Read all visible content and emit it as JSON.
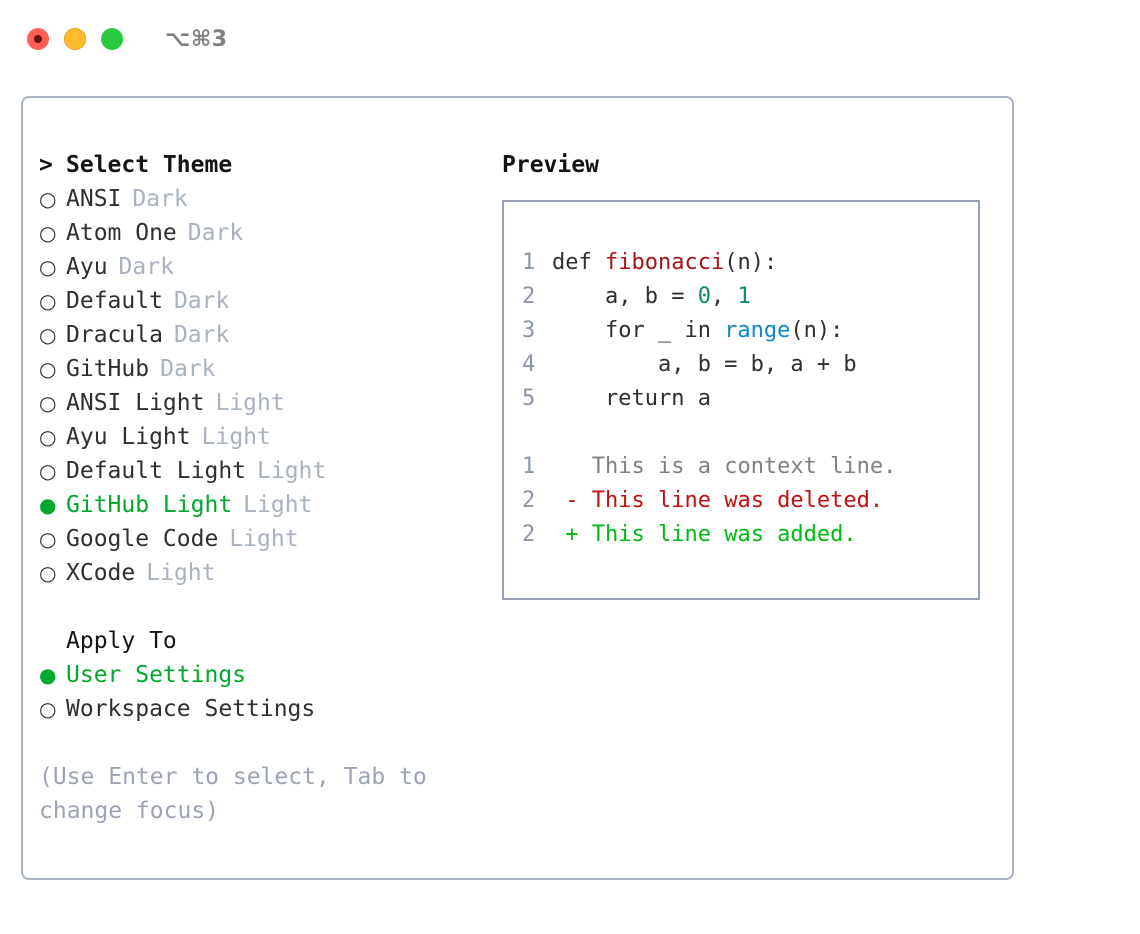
{
  "titlebar": {
    "shortcut": "⌥⌘3",
    "buttons": [
      "close",
      "minimize",
      "zoom"
    ]
  },
  "selector": {
    "caret": ">",
    "title": "Select Theme",
    "bullet_off": "○",
    "bullet_on": "●",
    "items": [
      {
        "label": "ANSI",
        "tag": "Dark",
        "selected": false
      },
      {
        "label": "Atom One",
        "tag": "Dark",
        "selected": false
      },
      {
        "label": "Ayu",
        "tag": "Dark",
        "selected": false
      },
      {
        "label": "Default",
        "tag": "Dark",
        "selected": false
      },
      {
        "label": "Dracula",
        "tag": "Dark",
        "selected": false
      },
      {
        "label": "GitHub",
        "tag": "Dark",
        "selected": false
      },
      {
        "label": "ANSI Light",
        "tag": "Light",
        "selected": false
      },
      {
        "label": "Ayu Light",
        "tag": "Light",
        "selected": false
      },
      {
        "label": "Default Light",
        "tag": "Light",
        "selected": false
      },
      {
        "label": "GitHub Light",
        "tag": "Light",
        "selected": true
      },
      {
        "label": "Google Code",
        "tag": "Light",
        "selected": false
      },
      {
        "label": "XCode",
        "tag": "Light",
        "selected": false
      }
    ]
  },
  "apply_to": {
    "title": "Apply To",
    "items": [
      {
        "label": "User Settings",
        "selected": true
      },
      {
        "label": "Workspace Settings",
        "selected": false
      }
    ]
  },
  "hint": "(Use Enter to select, Tab to change focus)",
  "preview": {
    "title": "Preview",
    "code_lines": [
      {
        "num": "1",
        "parts": [
          {
            "t": "def ",
            "c": "plain"
          },
          {
            "t": "fibonacci",
            "c": "fn"
          },
          {
            "t": "(n):",
            "c": "plain"
          }
        ]
      },
      {
        "num": "2",
        "parts": [
          {
            "t": "    a, b = ",
            "c": "plain"
          },
          {
            "t": "0",
            "c": "num"
          },
          {
            "t": ", ",
            "c": "plain"
          },
          {
            "t": "1",
            "c": "num"
          }
        ]
      },
      {
        "num": "3",
        "parts": [
          {
            "t": "    for _ in ",
            "c": "plain"
          },
          {
            "t": "range",
            "c": "call"
          },
          {
            "t": "(n):",
            "c": "plain"
          }
        ]
      },
      {
        "num": "4",
        "parts": [
          {
            "t": "        a, b = b, a + b",
            "c": "plain"
          }
        ]
      },
      {
        "num": "5",
        "parts": [
          {
            "t": "    return a",
            "c": "plain"
          }
        ]
      }
    ],
    "diff_lines": [
      {
        "num": "1",
        "marker": "  ",
        "text": "This is a context line.",
        "kind": "ctx"
      },
      {
        "num": "2",
        "marker": "- ",
        "text": "This line was deleted.",
        "kind": "del"
      },
      {
        "num": "2",
        "marker": "+ ",
        "text": "This line was added.",
        "kind": "add"
      }
    ]
  },
  "colors": {
    "accent_green": "#00a82d",
    "diff_add": "#00bb14",
    "diff_del": "#c01010",
    "tag_gray": "#a8b2c0",
    "border": "#aab3c2",
    "preview_border": "#95a0b5",
    "fn_red": "#a31515",
    "num_teal": "#0b8a6b",
    "call_blue": "#0d8ac4"
  }
}
